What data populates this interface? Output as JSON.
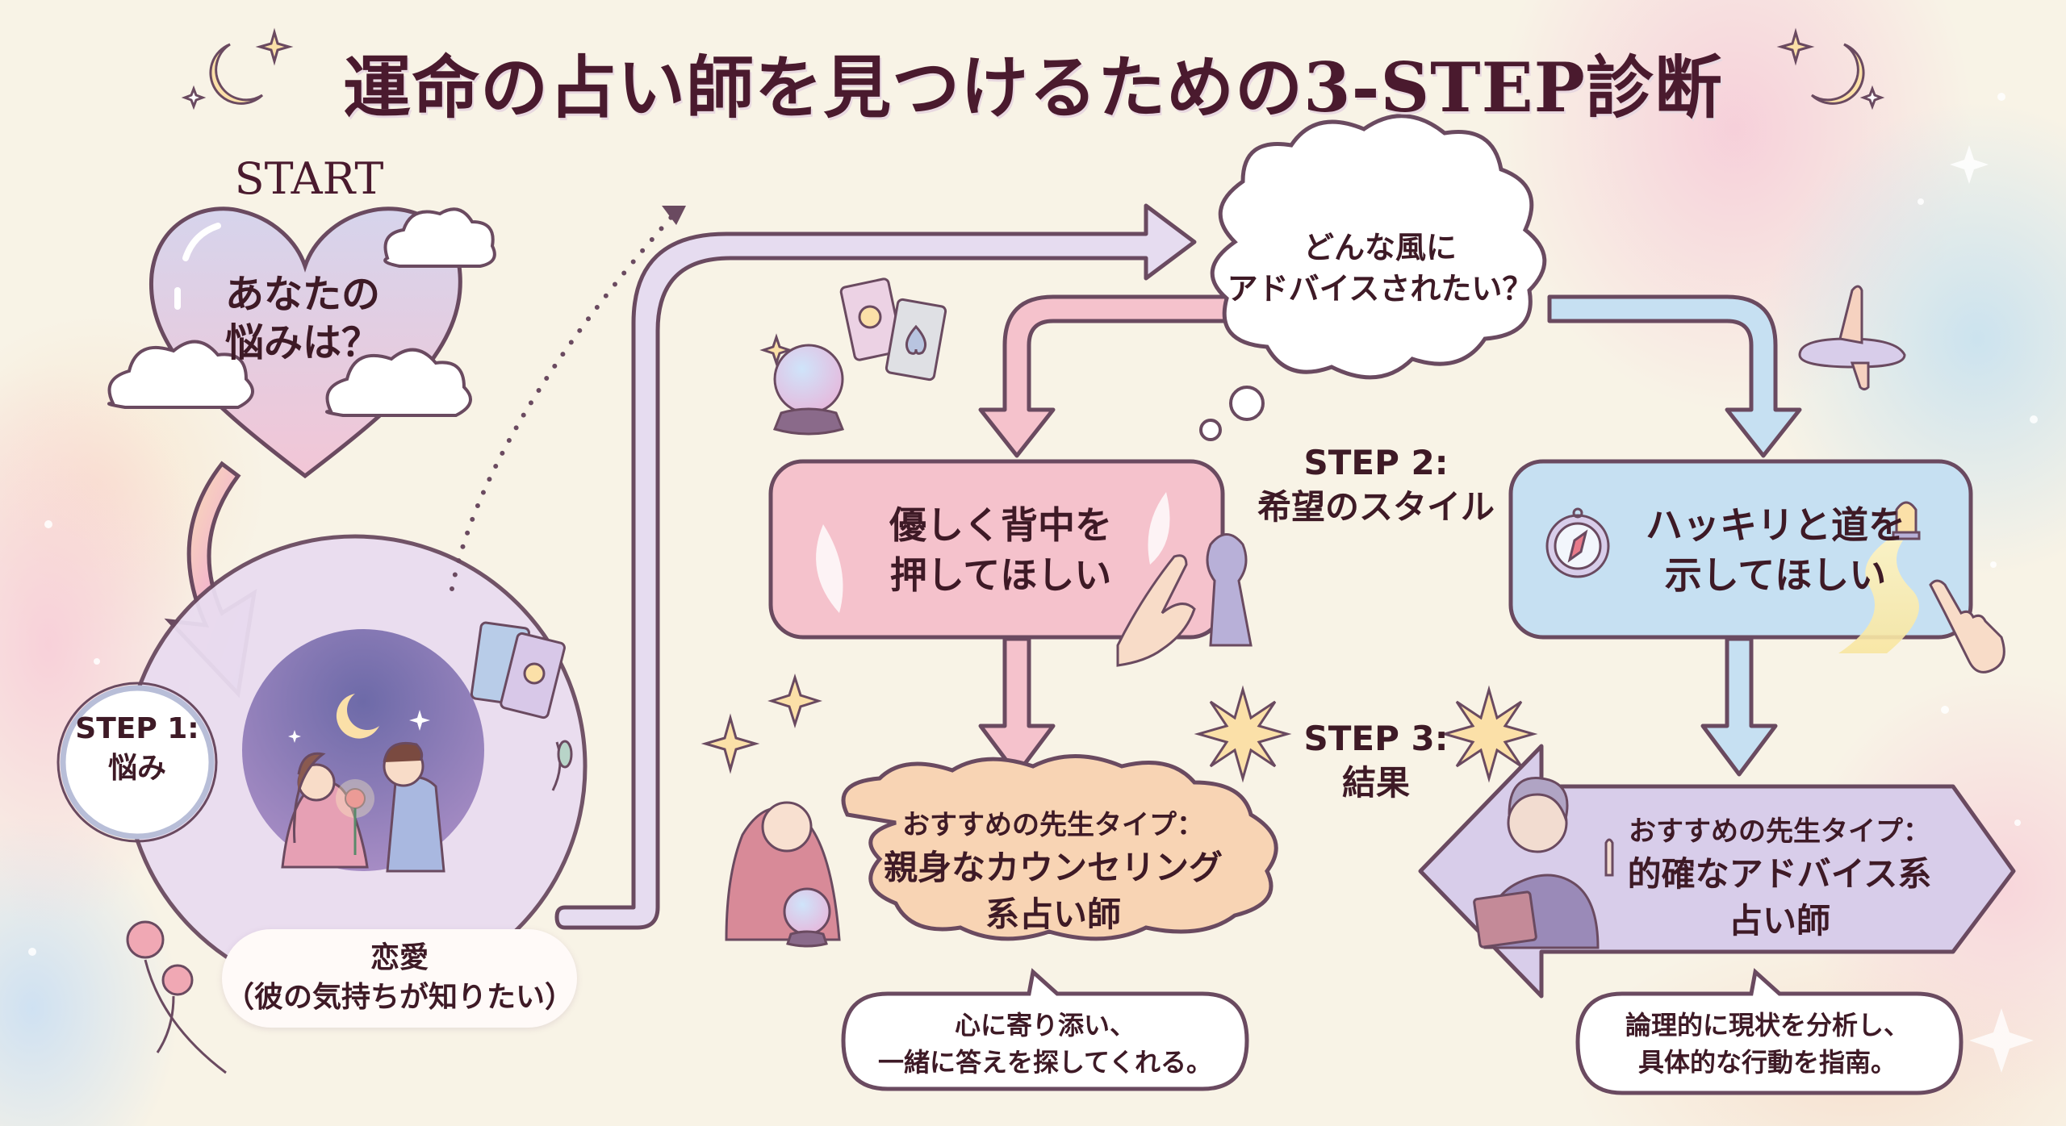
{
  "title": "運命の占い師を見つけるための3-STEP診断",
  "start": {
    "label": "START",
    "question_line1": "あなたの",
    "question_line2": "悩みは？"
  },
  "step1": {
    "label_line1": "STEP 1:",
    "label_line2": "悩み",
    "answer_line1": "恋愛",
    "answer_line2": "（彼の気持ちが知りたい）"
  },
  "step2": {
    "label_line1": "STEP 2:",
    "label_line2": "希望のスタイル",
    "question_line1": "どんな風に",
    "question_line2": "アドバイスされたい？",
    "options": [
      {
        "id": "gentle",
        "line1": "優しく背中を",
        "line2": "押してほしい",
        "color": "#f5c2cc"
      },
      {
        "id": "clear",
        "line1": "ハッキリと道を",
        "line2": "示してほしい",
        "color": "#c6e0f2"
      }
    ]
  },
  "step3": {
    "label_line1": "STEP 3:",
    "label_line2": "結果",
    "results": [
      {
        "id": "counseling",
        "heading": "おすすめの先生タイプ：",
        "type_line1": "親身なカウンセリング",
        "type_line2": "系占い師",
        "desc_line1": "心に寄り添い、",
        "desc_line2": "一緒に答えを探してくれる。",
        "color": "#f8d0b0"
      },
      {
        "id": "advice",
        "heading": "おすすめの先生タイプ：",
        "type_line1": "的確なアドバイス系",
        "type_line2": "占い師",
        "desc_line1": "論理的に現状を分析し、",
        "desc_line2": "具体的な行動を指南。",
        "color": "#d8cdea"
      }
    ]
  },
  "colors": {
    "ink": "#4a1a2e",
    "background": "#f8f3e6",
    "pink_path": "#f3b9c6",
    "blue_path": "#bcdcf0",
    "lavender_path": "#e2d6ee",
    "outline": "#6a4a60",
    "star_fill": "#fbe0a8"
  }
}
